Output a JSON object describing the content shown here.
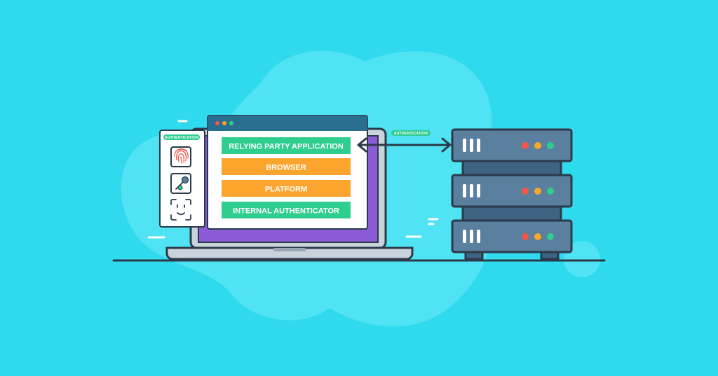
{
  "colors": {
    "background": "#2fd9ee",
    "blob": "#4fe3f3",
    "outline": "#2b3a4a",
    "green": "#2fce8f",
    "orange": "#fba52e",
    "purple": "#8b5bd6",
    "server_front": "#5b7f9f",
    "server_side": "#3f6382",
    "light_red": "#f5574b",
    "light_orange": "#f9a62b",
    "light_green": "#2fce8f"
  },
  "panel": {
    "badge": "AUTHENTICATION",
    "icons": [
      "fingerprint-icon",
      "key-icon",
      "face-id-icon"
    ]
  },
  "window": {
    "title_dots": [
      "#f5574b",
      "#f9a62b",
      "#2fce8f"
    ],
    "stack": [
      {
        "label": "RELYING PARTY APPLICATION",
        "color": "#2fce8f"
      },
      {
        "label": "BROWSER",
        "color": "#fba52e"
      },
      {
        "label": "PLATFORM",
        "color": "#fba52e"
      },
      {
        "label": "INTERNAL AUTHENTICATOR",
        "color": "#2fce8f"
      }
    ]
  },
  "connection": {
    "badge": "AUTHENTICATION"
  },
  "server": {
    "units": 3
  }
}
